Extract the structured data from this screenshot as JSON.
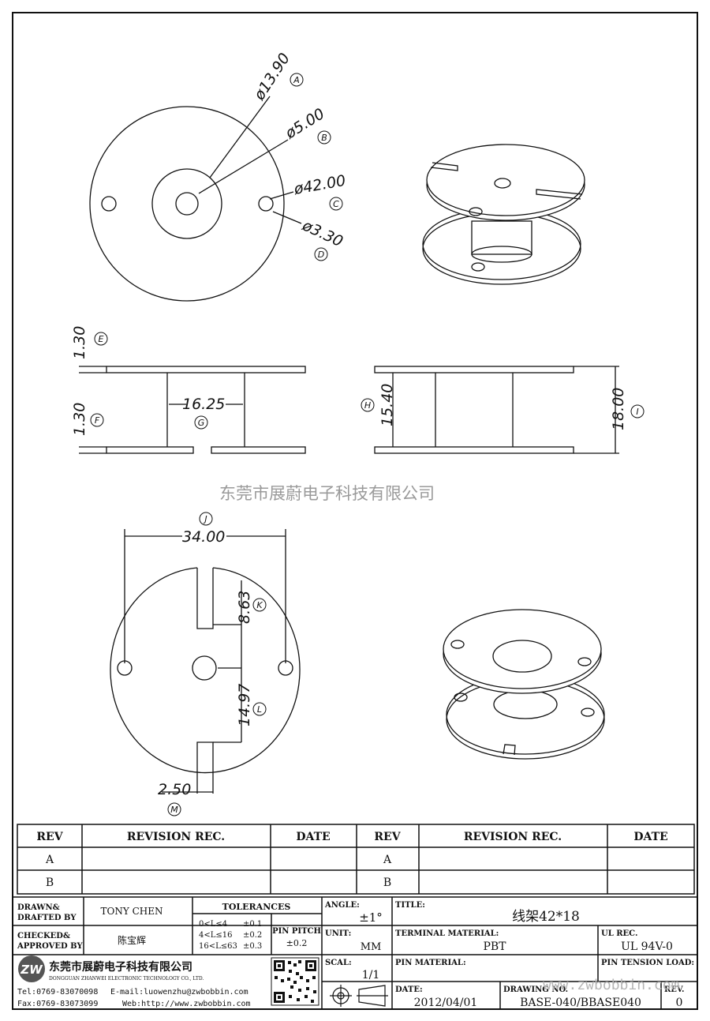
{
  "dimensions": {
    "outer_dia_small": "ø13.90",
    "center_hole": "ø5.00",
    "outer_dia": "ø42.00",
    "pin_hole": "ø3.30",
    "flange_top": "1.30",
    "flange_bottom": "1.30",
    "core_width": "16.25",
    "inner_height": "15.40",
    "total_height": "18.00",
    "span": "34.00",
    "slot_depth": "8.63",
    "slot_to_center": "14.97",
    "slot_width": "2.50"
  },
  "bubbles": [
    "A",
    "B",
    "C",
    "D",
    "E",
    "F",
    "G",
    "H",
    "I",
    "J",
    "K",
    "L",
    "M"
  ],
  "watermark": "东莞市展蔚电子科技有限公司",
  "revision_table": {
    "headers": [
      "REV",
      "REVISION REC.",
      "DATE",
      "REV",
      "REVISION REC.",
      "DATE"
    ],
    "rows": [
      [
        "A",
        "",
        "",
        "A",
        "",
        ""
      ],
      [
        "B",
        "",
        "",
        "B",
        "",
        ""
      ]
    ]
  },
  "title_block": {
    "drawn_label": "DRAWN&\nDRAFTED BY",
    "drawn_value": "TONY CHEN",
    "checked_label": "CHECKED&\nAPPROVED BY",
    "checked_value": "陈宝辉",
    "tolerances_label": "TOLERANCES",
    "tol_rows": [
      [
        "0<L≤4",
        "±0.1"
      ],
      [
        "4<L≤16",
        "±0.2"
      ],
      [
        "16<L≤63",
        "±0.3"
      ]
    ],
    "pin_pitch_label": "PIN PITCH",
    "pin_pitch_value": "±0.2",
    "angle_label": "ANGLE:",
    "angle_value": "±1°",
    "unit_label": "UNIT:",
    "unit_value": "MM",
    "scale_label": "SCAL:",
    "scale_value": "1/1",
    "title_label": "TITLE:",
    "title_value": "线架42*18",
    "terminal_label": "TERMINAL MATERIAL:",
    "terminal_value": "PBT",
    "ul_label": "UL REC.",
    "ul_value": "UL 94V-0",
    "pin_material_label": "PIN MATERIAL:",
    "pin_material_value": "",
    "pin_tension_label": "PIN TENSION LOAD:",
    "pin_tension_value": "",
    "date_label": "DATE:",
    "date_value": "2012/04/01",
    "drawing_no_label": "DRAWING NO.",
    "drawing_no_value": "BASE-040/BBASE040",
    "rev_label": "REV.",
    "rev_value": "0",
    "company_cn": "东莞市展蔚电子科技有限公司",
    "company_en": "DONGGUAN ZHANWEI ELECTRONIC TECHNOLOGY CO., LTD.",
    "tel": "Tel:0769-83070098",
    "email": "E-mail:luowenzhu@zwbobbin.com",
    "fax": "Fax:0769-83073099",
    "web": "Web:http://www.zwbobbin.com",
    "web_watermark": "www.zwbobbin.com"
  }
}
